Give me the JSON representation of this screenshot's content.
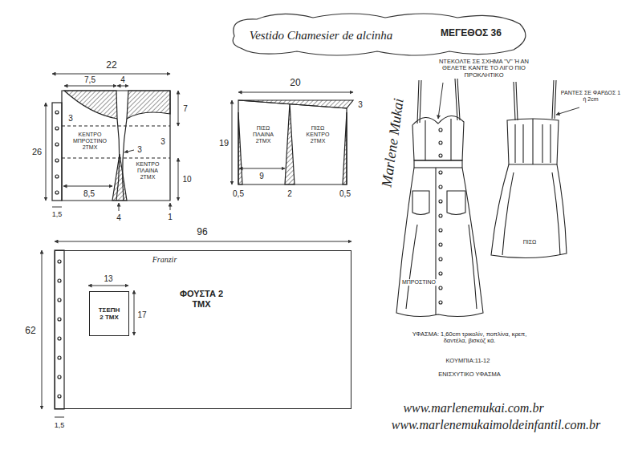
{
  "diagram": {
    "title": "Vestido Chamesier de alcinha",
    "nodes": [
      {
        "text": [
          "ΚΕΝΤΡΟ ΜΠΡΟΣΤΙΝΟ 2ΤΜΧ"
        ]
      },
      {
        "text": [
          "ΚΕΝΤΡΟ ΠΛΑΙΝΑ 2ΤΜΧ"
        ]
      },
      {
        "text": [
          "ΠΙΣΩ ΠΛΑΙΝΑ 2ΤΜΧ"
        ]
      },
      {
        "text": [
          "ΠΙΣΩ ΚΕΝΤΡΟ 2ΤΜΧ"
        ]
      },
      {
        "text": [
          "ΦΟΥΣΤΑ 2 ΤΜΧ"
        ]
      },
      {
        "text": [
          "ΤΣΕΠΗ 2 ΤΜΧ"
        ],
        "in": 4
      }
    ],
    "labels": [
      "ΜΕΓΕΘΟΣ 36",
      "22",
      "7,5",
      "4",
      "7",
      "3",
      "3",
      "3",
      "26",
      "10",
      "8,5",
      "1,5",
      "4",
      "1",
      "20",
      "3",
      "19",
      "0,5",
      "9",
      "2",
      "0,5",
      "96",
      "Franzir",
      "13",
      "17",
      "62",
      "1,5",
      "ΝΤΕΚΟΛΤΕ ΣΕ ΣΧΗΜΑ \"V\" Ή ΑΝ ΘΕΛΕΤΕ ΚΑΝΤΕ ΤΟ ΛΙΓΟ ΠΙΟ ΠΡΟΚΛΗΤΙΚΟ",
      "ΡΑΝΤΕΣ ΣΕ ΦΑΡΔΟΣ 1 ή 2cm",
      "ΜΠΡΟΣΤΙΝΟ",
      "ΠΙΣΩ",
      "ΥΦΑΣΜΑ: 1,60cm τρικολίν, ποπλίνα, κρεπ, δαντέλα, βισκόζ κά.",
      "ΚΟΥΜΠΙΑ:11-12",
      "ΕΝΙΣΧΥΤΙΚΟ ΥΦΑΣΜΑ",
      "www.marlenemukai.com.br",
      "www.marlenemukaimoldeinfantil.com.br",
      "Marlene Mukai"
    ]
  }
}
